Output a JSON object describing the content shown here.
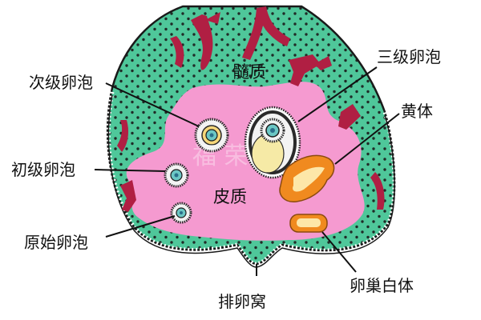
{
  "diagram": {
    "labels": {
      "medulla": "髓质",
      "cortex": "皮质",
      "secondary_follicle": "次级卵泡",
      "tertiary_follicle": "三级卵泡",
      "corpus_luteum": "黄体",
      "primary_follicle": "初级卵泡",
      "primordial_follicle": "原始卵泡",
      "corpus_albicans": "卵巢白体",
      "ovulation_fossa": "排卵窝"
    },
    "watermark": "福 荣"
  },
  "colors": {
    "medulla": "#4fc79a",
    "cortex": "#f59ad0",
    "vessel": "#b01f43",
    "corpus_luteum": "#f08a1f",
    "outline": "#1a1a1a"
  }
}
